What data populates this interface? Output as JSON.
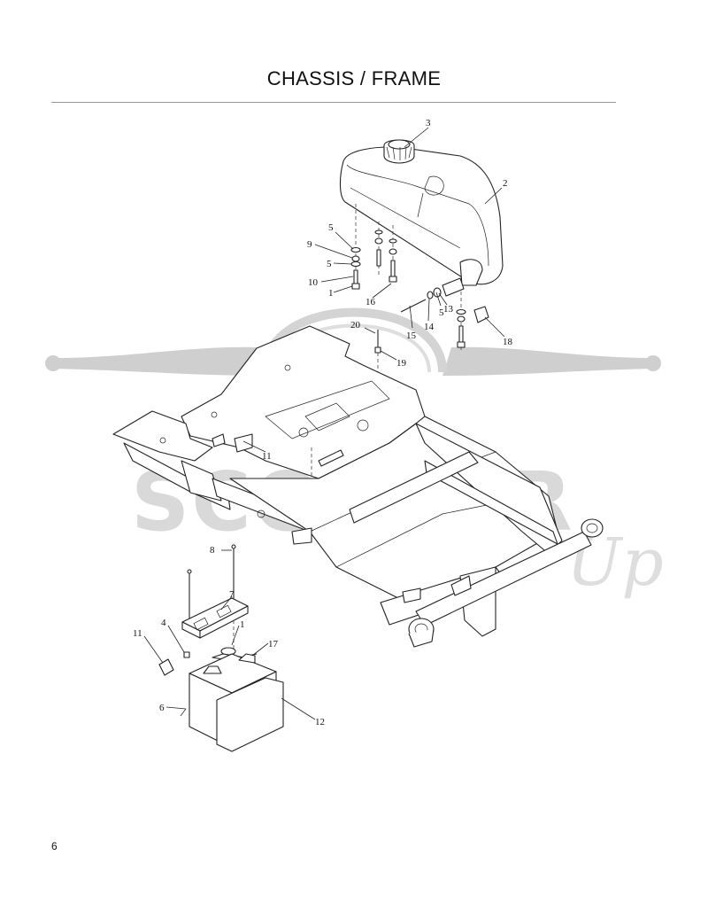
{
  "page": {
    "title": "CHASSIS / FRAME",
    "page_number": "6"
  },
  "watermark": {
    "text": "SCOOTER",
    "script": "Up",
    "color": "#d0d0d0"
  },
  "callouts": [
    {
      "label": "3"
    },
    {
      "label": "2"
    },
    {
      "label": "5"
    },
    {
      "label": "9"
    },
    {
      "label": "5"
    },
    {
      "label": "10"
    },
    {
      "label": "1"
    },
    {
      "label": "16"
    },
    {
      "label": "13"
    },
    {
      "label": "15"
    },
    {
      "label": "14"
    },
    {
      "label": "5"
    },
    {
      "label": "18"
    },
    {
      "label": "20"
    },
    {
      "label": "19"
    },
    {
      "label": "11"
    },
    {
      "label": "8"
    },
    {
      "label": "7"
    },
    {
      "label": "1"
    },
    {
      "label": "17"
    },
    {
      "label": "11"
    },
    {
      "label": "4"
    },
    {
      "label": "6"
    },
    {
      "label": "12"
    }
  ]
}
